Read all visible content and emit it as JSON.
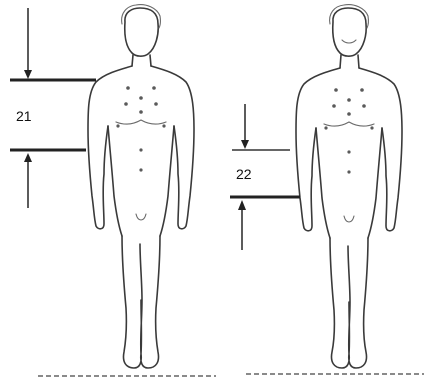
{
  "figures": [
    {
      "id": "left",
      "measurement": {
        "label": "21"
      }
    },
    {
      "id": "right",
      "measurement": {
        "label": "22"
      }
    }
  ],
  "colors": {
    "line": "#3a3a3a",
    "marker": "#222222",
    "ground": "#8a8a8a",
    "background": "#ffffff"
  }
}
